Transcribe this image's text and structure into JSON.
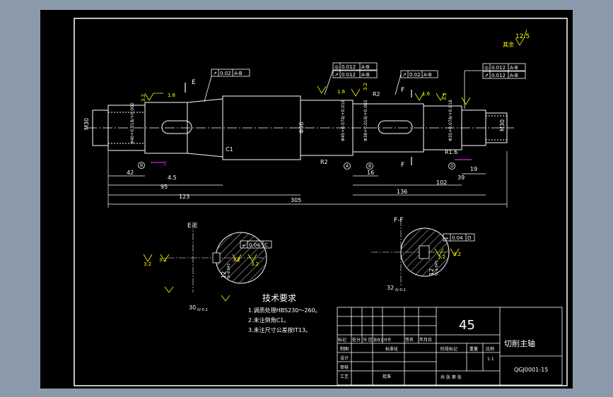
{
  "tech_requirements": {
    "title": "技术要求",
    "items": [
      "1.调质处理HBS230～260。",
      "2.未注倒角C1。",
      "3.未注尺寸公差按IT13。"
    ]
  },
  "title_block": {
    "material": "45",
    "part_name": "切削主轴",
    "drawing_no": "QGJ0001-15",
    "header_labels": [
      "标记",
      "处分",
      "分 区",
      "更改文件号",
      "签名",
      "年月日"
    ],
    "row_labels": [
      "制图",
      "设计",
      "审核",
      "工艺"
    ],
    "std_label": "标准化",
    "approve_label": "批准",
    "stage_label": "阶段标记",
    "weight_label": "重量",
    "scale_label": "比例",
    "scale": "1:1",
    "sheets": "共  张   第  张"
  },
  "surface_finish": {
    "other_label": "其余",
    "other_value": "12.5",
    "values": [
      "3.2",
      "1.6"
    ]
  },
  "sections": {
    "e_label": "E-E",
    "f_label": "F-F",
    "e_mark": "E",
    "f_mark": "F"
  },
  "datums": [
    "A",
    "B",
    "D"
  ],
  "gdt": {
    "runout_left": {
      "tol": "0.02",
      "datum": "A-B"
    },
    "mid_coax": {
      "tol": "0.012",
      "datum": "A-B"
    },
    "mid_runout": {
      "tol": "0.012",
      "datum": "A-B"
    },
    "runout_right": {
      "tol": "0.02",
      "datum": "A-B"
    },
    "right_coax": {
      "tol": "0.012",
      "datum": "A-B"
    },
    "right_runout": {
      "tol": "0.012",
      "datum": "A-B"
    },
    "sym_e": {
      "tol": "0.04",
      "datum": "C"
    },
    "sym_f": {
      "tol": "0.04",
      "datum": "D"
    }
  },
  "dimensions": {
    "m30_left": "M30",
    "m30_right": "M30",
    "d40": "Φ40+0.018/+0.002",
    "d50": "Φ50",
    "d45": "Φ45+0.078/+0.018",
    "d38": "Φ38+0.018/+0.002",
    "d35": "Φ35+0.078/+0.018",
    "d_r2a": "R2",
    "d_r2b": "R2",
    "d_r16": "R1.6",
    "d_c1": "C1",
    "d_42": "42",
    "d_45": "4.5",
    "d_95": "95",
    "d_123": "123",
    "d_305": "305",
    "d_16": "16",
    "d_136": "136",
    "d_102": "102",
    "d_39": "39",
    "d_19": "19",
    "d_2": "2",
    "key_e_width": "30",
    "key_e_width_tol": "0/-0.2",
    "key_e_depth": "12",
    "key_e_depth_tol": "0/-0.043",
    "key_f_width": "32",
    "key_f_width_tol": "0/-0.2",
    "key_f_depth": "12",
    "key_f_depth_tol": "0/-0.043"
  }
}
